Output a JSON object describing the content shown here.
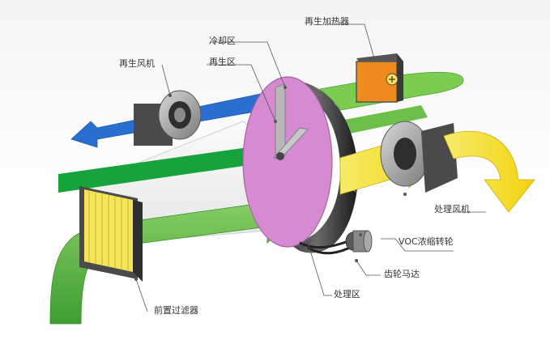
{
  "labels": {
    "regen_heater": "再生加热器",
    "cooling_zone": "冷却区",
    "regen_zone": "再生区",
    "regen_fan": "再生风机",
    "process_fan": "处理风机",
    "voc_rotor": "VOC浓缩转轮",
    "gear_motor": "齿轮马达",
    "process_zone": "处理区",
    "pre_filter": "前置过滤器"
  },
  "colors": {
    "green_stream": "#6cc04a",
    "dark_green_stream": "#17a33c",
    "blue_stream": "#2a6fd0",
    "yellow_stream": "#f2dc1a",
    "rotor_face": "#d58ad2",
    "heater_orange": "#ef8a1e",
    "filter_yellow": "#f4e45a",
    "leader_line": "#555555"
  },
  "icons": {
    "heater_symbol": "plus-circle-icon"
  }
}
